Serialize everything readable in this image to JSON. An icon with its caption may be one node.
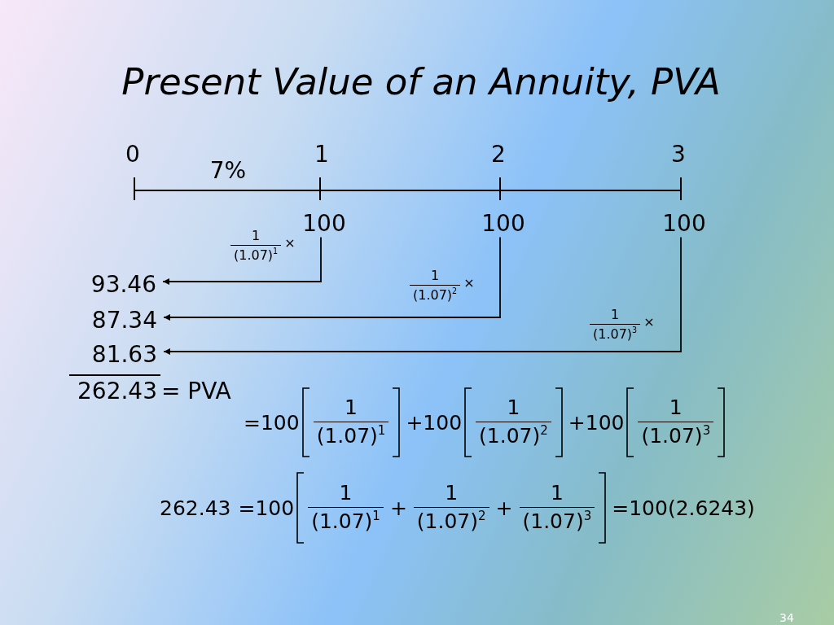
{
  "diagram": {
    "title": "Present Value of an Annuity, PVA",
    "nodes": [
      {
        "text": [
          "100"
        ]
      },
      {
        "text": [
          "100"
        ]
      },
      {
        "text": [
          "100"
        ]
      },
      {
        "text": [
          "93.46"
        ]
      },
      {
        "text": [
          "87.34"
        ]
      },
      {
        "text": [
          "81.63"
        ]
      }
    ],
    "edges": [
      {
        "from": 0,
        "to": 3,
        "arrow": "to",
        "label": "1 (1.07)$^{1}$ ×"
      },
      {
        "from": 1,
        "to": 4,
        "arrow": "to",
        "label": "1 (1.07)$^{2}$ ×"
      },
      {
        "from": 2,
        "to": 5,
        "arrow": "to",
        "label": "1 (1.07)$^{3}$ ×"
      }
    ],
    "labels": [
      "0",
      "1",
      "2",
      "3",
      "7%",
      "262.43",
      "= PVA",
      "=100",
      "1 (1.07)$^{1}$",
      "+100",
      "1 (1.07)$^{2}$",
      "+100",
      "1 (1.07)$^{3}$",
      "262.43",
      "=100",
      "1 (1.07)$^{1}$",
      "+",
      "1 (1.07)$^{2}$",
      "+",
      "1 (1.07)$^{3}$",
      "=100(2.6243)",
      "34"
    ]
  }
}
